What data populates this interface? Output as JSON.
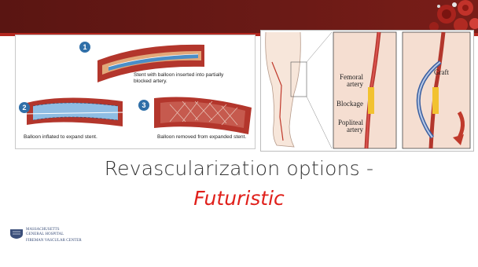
{
  "slide": {
    "title_plain": "Revascularization options -",
    "title_emphasis": "Futuristic"
  },
  "stent_figure": {
    "steps": [
      {
        "number": "1",
        "caption_line1": "Stent with balloon inserted into partially",
        "caption_line2": "blocked artery."
      },
      {
        "number": "2",
        "caption": "Balloon inflated to expand stent."
      },
      {
        "number": "3",
        "caption": "Balloon removed from expanded stent."
      }
    ]
  },
  "bypass_figure": {
    "labels": {
      "femoral_line1": "Femoral",
      "femoral_line2": "artery",
      "blockage": "Blockage",
      "popliteal_line1": "Popliteal",
      "popliteal_line2": "artery",
      "graft": "Graft"
    }
  },
  "logo": {
    "line1": "MASSACHUSETTS",
    "line2": "GENERAL HOSPITAL",
    "line3": "FIREMAN VASCULAR CENTER"
  },
  "colors": {
    "header": "#6b1a16",
    "accent_red": "#e0201b",
    "step_badge": "#2f6fa8"
  }
}
